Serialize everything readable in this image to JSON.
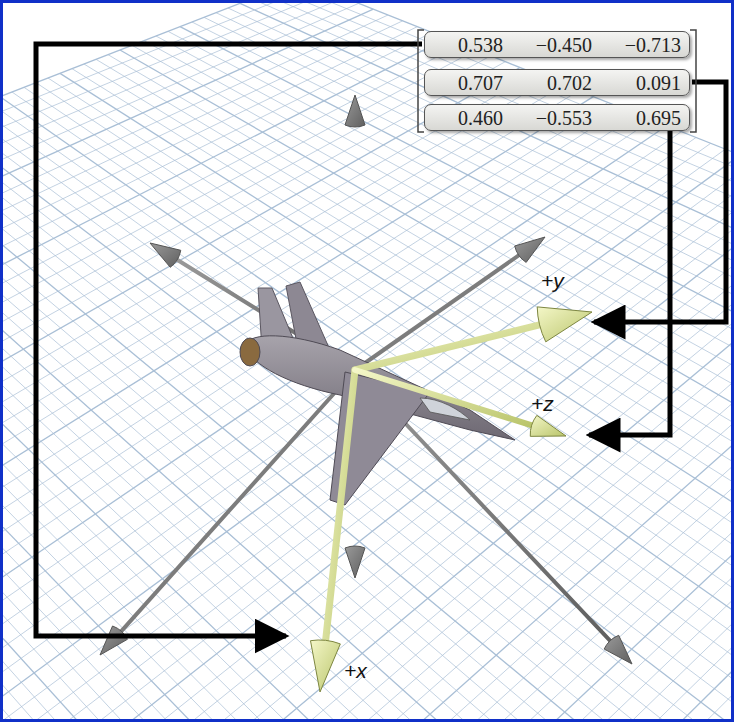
{
  "diagram": {
    "nodes": [
      {
        "text": [
          "0.538",
          "−0.450",
          "−0.713"
        ]
      },
      {
        "text": [
          "0.707",
          "0.702",
          "0.091"
        ]
      },
      {
        "text": [
          "0.460",
          "−0.553",
          "0.695"
        ]
      }
    ],
    "labels": [
      "+y",
      "+z",
      "+x"
    ]
  }
}
